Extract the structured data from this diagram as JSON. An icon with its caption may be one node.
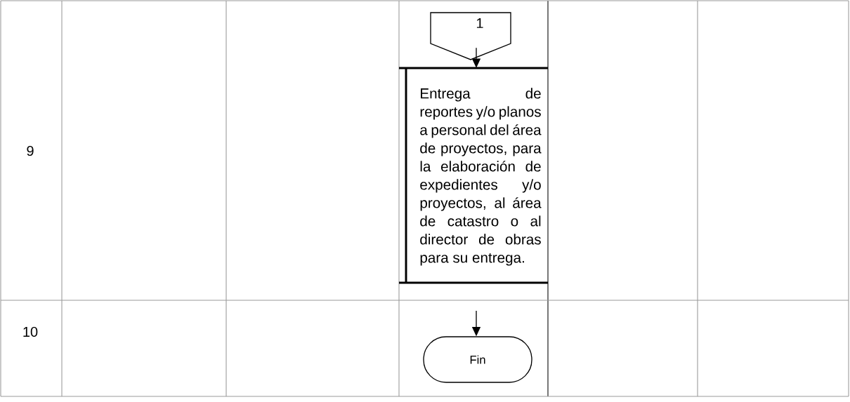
{
  "diagram": {
    "nodes": [
      {
        "text": [
          "1"
        ]
      },
      {
        "text": [
          "Entrega de reportes y/o planos a personal del área de proyectos, para la elaboración de expedientes y/o proyectos, al área de catastro o al director de obras para su entrega."
        ]
      },
      {
        "text": [
          "Fin"
        ]
      }
    ],
    "edges": [
      {
        "from": 0,
        "to": 1,
        "arrow": "to"
      },
      {
        "from": null,
        "to": 2,
        "arrow": "to"
      }
    ],
    "labels": [
      "9",
      "10"
    ]
  }
}
